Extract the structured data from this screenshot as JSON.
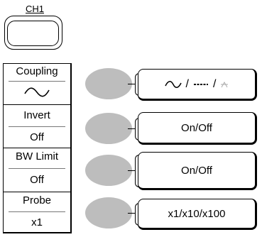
{
  "channel_button": {
    "label": "CH1"
  },
  "menu": [
    {
      "title": "Coupling",
      "value_icon": "ac-coupling-icon"
    },
    {
      "title": "Invert",
      "value": "Off"
    },
    {
      "title": "BW Limit",
      "value": "Off"
    },
    {
      "title": "Probe",
      "value": "x1"
    }
  ],
  "options": {
    "coupling": {
      "separator": "/",
      "icons": [
        "ac-wave-icon",
        "dc-dash-icon",
        "ground-icon"
      ]
    },
    "invert": "On/Off",
    "bw_limit": "On/Off",
    "probe": "x1/x10/x100"
  }
}
